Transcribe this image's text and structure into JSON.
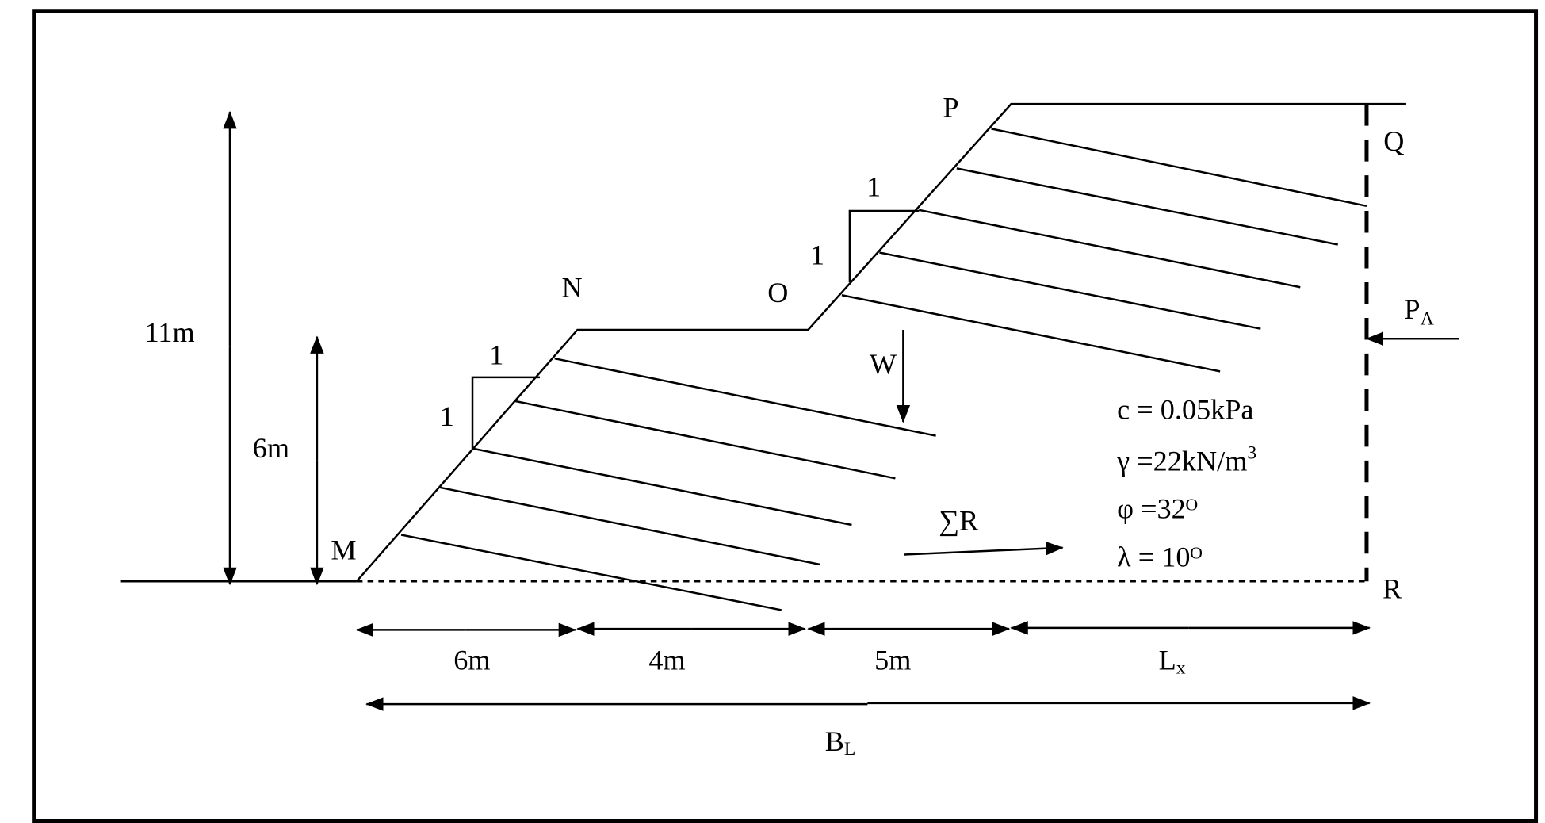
{
  "points": {
    "M": "M",
    "N": "N",
    "O": "O",
    "P": "P",
    "Q": "Q",
    "R": "R"
  },
  "slopes": {
    "lower_h": "1",
    "lower_v": "1",
    "upper_h": "1",
    "upper_v": "1"
  },
  "heights": {
    "total": "11m",
    "lower": "6m"
  },
  "forces": {
    "weight": "W",
    "resultant": "∑R",
    "active_main": "P",
    "active_sub": "A"
  },
  "params": {
    "c": "c = 0.05kPa",
    "gamma": " γ =22kN/m",
    "gamma_exp": "3",
    "phi": "φ =32ᴼ",
    "lambda": "λ = 10ᴼ"
  },
  "dimensions": {
    "d1": "6m",
    "d2": "4m",
    "d3": "5m",
    "lx_main": "L",
    "lx_sub": "x",
    "bl_main": "B",
    "bl_sub": "L"
  }
}
